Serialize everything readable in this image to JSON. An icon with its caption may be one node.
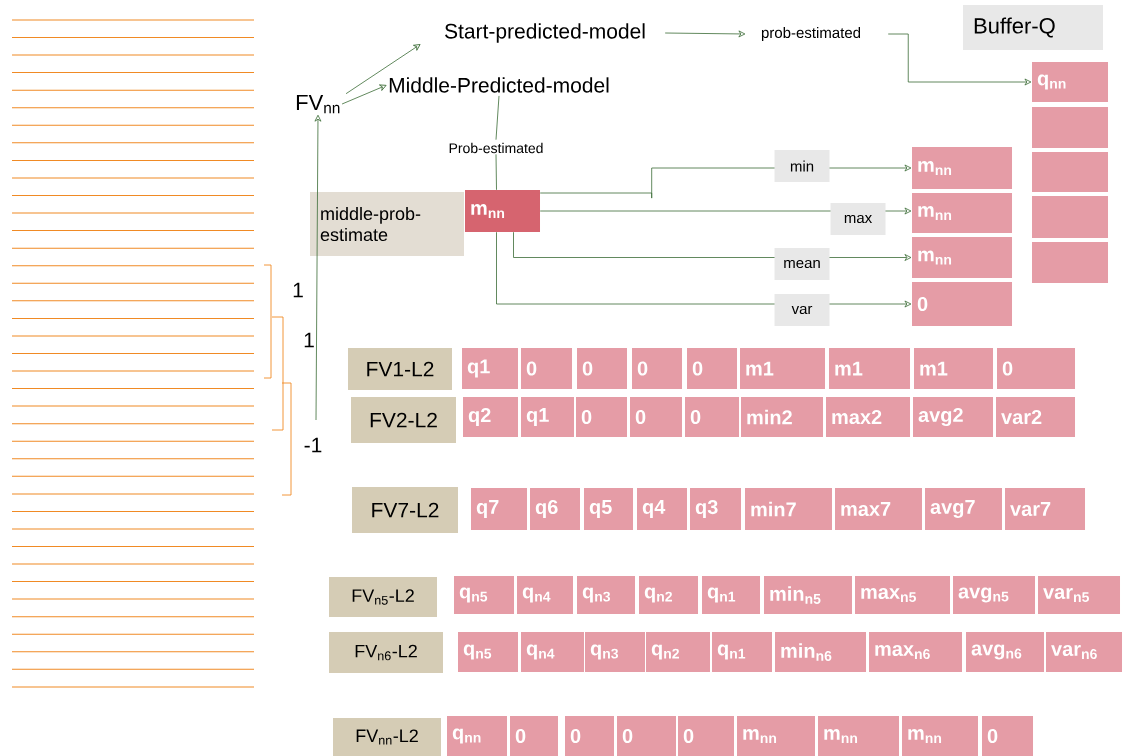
{
  "diagram": {
    "nodes": [
      {
        "text": [
          "FV$_{nn}$"
        ]
      },
      {
        "text": [
          "Start-predicted-model"
        ]
      },
      {
        "text": [
          "prob-estimated"
        ]
      },
      {
        "text": [
          "Middle-Predicted-model"
        ]
      },
      {
        "text": [
          "Prob-estimated"
        ]
      },
      {
        "text": [
          "Buffer-Q"
        ]
      },
      {
        "text": [
          "q$_{nn}$"
        ]
      },
      {
        "text": [],
        "shape": "box"
      },
      {
        "text": [],
        "shape": "box"
      },
      {
        "text": [],
        "shape": "box"
      },
      {
        "text": [],
        "shape": "box"
      },
      {
        "text": [
          "middle-prob-estimate"
        ]
      },
      {
        "text": [
          "m$_{nn}$"
        ]
      },
      {
        "text": [
          "m$_{nn}$"
        ]
      },
      {
        "text": [
          "m$_{nn}$"
        ]
      },
      {
        "text": [
          "m$_{nn}$"
        ]
      },
      {
        "text": [
          "0"
        ]
      },
      {
        "text": [
          "FV1-L2"
        ]
      },
      {
        "text": [
          "q1"
        ]
      },
      {
        "text": [
          "0"
        ]
      },
      {
        "text": [
          "0"
        ]
      },
      {
        "text": [
          "0"
        ]
      },
      {
        "text": [
          "0"
        ]
      },
      {
        "text": [
          "m1"
        ]
      },
      {
        "text": [
          "m1"
        ]
      },
      {
        "text": [
          "m1"
        ]
      },
      {
        "text": [
          "0"
        ]
      },
      {
        "text": [
          "FV2-L2"
        ]
      },
      {
        "text": [
          "q2"
        ]
      },
      {
        "text": [
          "q1"
        ]
      },
      {
        "text": [
          "0"
        ]
      },
      {
        "text": [
          "0"
        ]
      },
      {
        "text": [
          "0"
        ]
      },
      {
        "text": [
          "min2"
        ]
      },
      {
        "text": [
          "max2"
        ]
      },
      {
        "text": [
          "avg2"
        ]
      },
      {
        "text": [
          "var2"
        ]
      },
      {
        "text": [
          "FV7-L2"
        ]
      },
      {
        "text": [
          "q7"
        ]
      },
      {
        "text": [
          "q6"
        ]
      },
      {
        "text": [
          "q5"
        ]
      },
      {
        "text": [
          "q4"
        ]
      },
      {
        "text": [
          "q3"
        ]
      },
      {
        "text": [
          "min7"
        ]
      },
      {
        "text": [
          "max7"
        ]
      },
      {
        "text": [
          "avg7"
        ]
      },
      {
        "text": [
          "var7"
        ]
      },
      {
        "text": [
          "FV$_{n5}$-L2"
        ]
      },
      {
        "text": [
          "q$_{n5}$"
        ]
      },
      {
        "text": [
          "q$_{n4}$"
        ]
      },
      {
        "text": [
          "q$_{n3}$"
        ]
      },
      {
        "text": [
          "q$_{n2}$"
        ]
      },
      {
        "text": [
          "q$_{n1}$"
        ]
      },
      {
        "text": [
          "min$_{n5}$"
        ]
      },
      {
        "text": [
          "max$_{n5}$"
        ]
      },
      {
        "text": [
          "avg$_{n5}$"
        ]
      },
      {
        "text": [
          "var$_{n5}$"
        ]
      },
      {
        "text": [
          "FV$_{n6}$-L2"
        ]
      },
      {
        "text": [
          "q$_{n5}$"
        ]
      },
      {
        "text": [
          "q$_{n4}$"
        ]
      },
      {
        "text": [
          "q$_{n3}$"
        ]
      },
      {
        "text": [
          "q$_{n2}$"
        ]
      },
      {
        "text": [
          "q$_{n1}$"
        ]
      },
      {
        "text": [
          "min$_{n6}$"
        ]
      },
      {
        "text": [
          "max$_{n6}$"
        ]
      },
      {
        "text": [
          "avg$_{n6}$"
        ]
      },
      {
        "text": [
          "var$_{n6}$"
        ]
      },
      {
        "text": [
          "FV$_{nn}$-L2"
        ]
      },
      {
        "text": [
          "q$_{nn}$"
        ]
      },
      {
        "text": [
          "0"
        ]
      },
      {
        "text": [
          "0"
        ]
      },
      {
        "text": [
          "0"
        ]
      },
      {
        "text": [
          "0"
        ]
      },
      {
        "text": [
          "m$_{nn}$"
        ]
      },
      {
        "text": [
          "m$_{nn}$"
        ]
      },
      {
        "text": [
          "m$_{nn}$"
        ]
      },
      {
        "text": [
          "0"
        ]
      }
    ],
    "edges": [
      {
        "from": null,
        "to": 0,
        "arrow": "to"
      },
      {
        "from": 0,
        "to": 1,
        "arrow": "to"
      },
      {
        "from": 0,
        "to": 3,
        "arrow": "to"
      },
      {
        "from": 1,
        "to": 2,
        "arrow": "to"
      },
      {
        "from": 2,
        "to": 6,
        "arrow": "to"
      },
      {
        "from": 3,
        "to": 4,
        "arrow": "none"
      },
      {
        "from": 4,
        "to": 12,
        "arrow": "none"
      },
      {
        "from": 12,
        "to": 13,
        "arrow": "to",
        "label": "min"
      },
      {
        "from": 12,
        "to": 14,
        "arrow": "to",
        "label": "max"
      },
      {
        "from": 12,
        "to": 15,
        "arrow": "to",
        "label": "mean"
      },
      {
        "from": 12,
        "to": 16,
        "arrow": "to",
        "label": "var"
      }
    ],
    "labels": [
      "1",
      "1",
      "-1"
    ]
  }
}
